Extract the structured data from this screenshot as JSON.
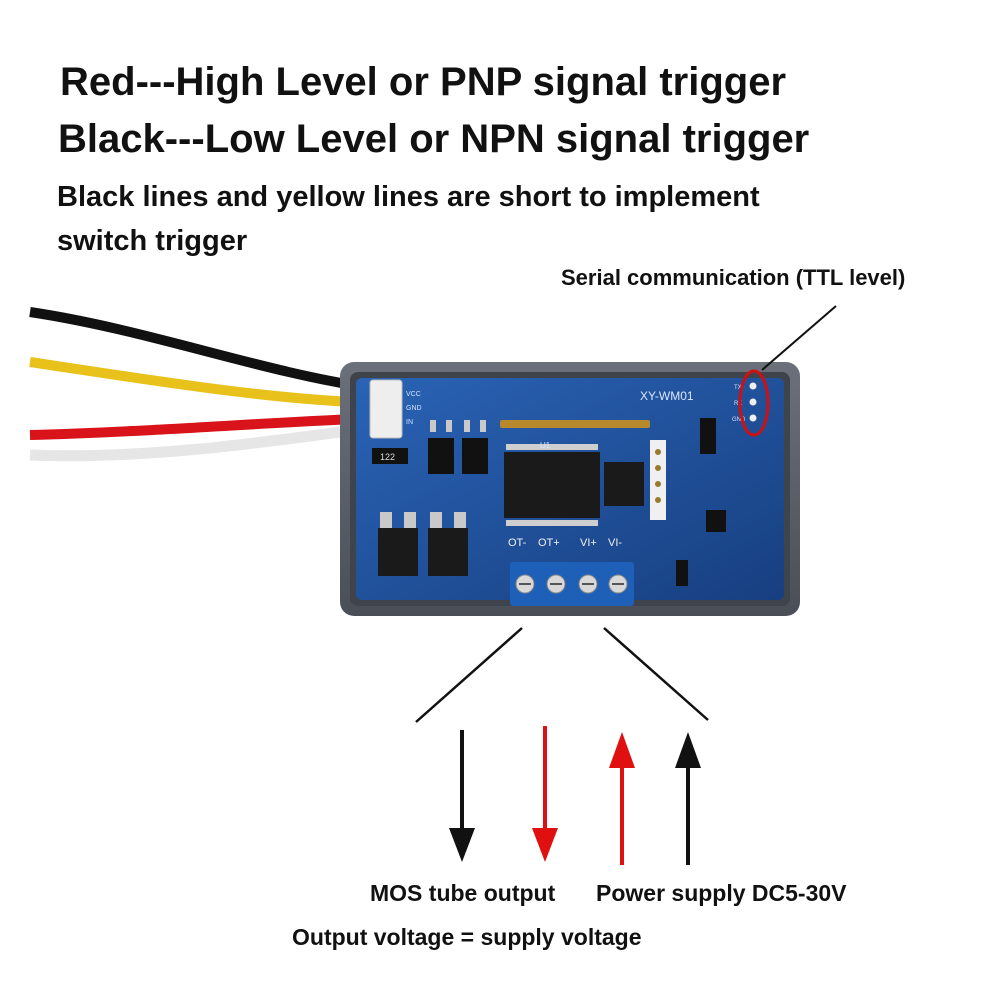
{
  "headings": {
    "red_line": "Red---High Level or PNP signal trigger",
    "black_line": "Black---Low Level or NPN signal trigger"
  },
  "note": {
    "line1": "Black lines and yellow lines are short to implement",
    "line2": "switch trigger"
  },
  "board": {
    "model": "XY-WM01",
    "connector_pins": [
      "VCC",
      "GND",
      "IN"
    ],
    "serial_pins": [
      "TX",
      "RX",
      "GND"
    ],
    "terminal_labels": [
      "OT-",
      "OT+",
      "VI+",
      "VI-"
    ],
    "chip_label": "U1",
    "part_label": "122"
  },
  "callouts": {
    "serial": "Serial communication (TTL level)",
    "mos_output": "MOS tube output",
    "power_supply": "Power supply DC5-30V",
    "output_voltage": "Output voltage = supply voltage"
  },
  "colors": {
    "wire_black": "#111111",
    "wire_yellow": "#e8c21a",
    "wire_red": "#d8141a",
    "wire_white": "#f2f2f2",
    "pcb_blue": "#1d4f9c",
    "case_gray": "#5a5f6a",
    "terminal_blue": "#1e5fb8",
    "arrow_red": "#e01010",
    "arrow_black": "#111111",
    "highlight_circle": "#d01010"
  },
  "arrows": [
    {
      "id": "ot-minus",
      "color": "black",
      "direction": "down"
    },
    {
      "id": "ot-plus",
      "color": "red",
      "direction": "down"
    },
    {
      "id": "vi-plus",
      "color": "red",
      "direction": "up"
    },
    {
      "id": "vi-minus",
      "color": "black",
      "direction": "up"
    }
  ]
}
